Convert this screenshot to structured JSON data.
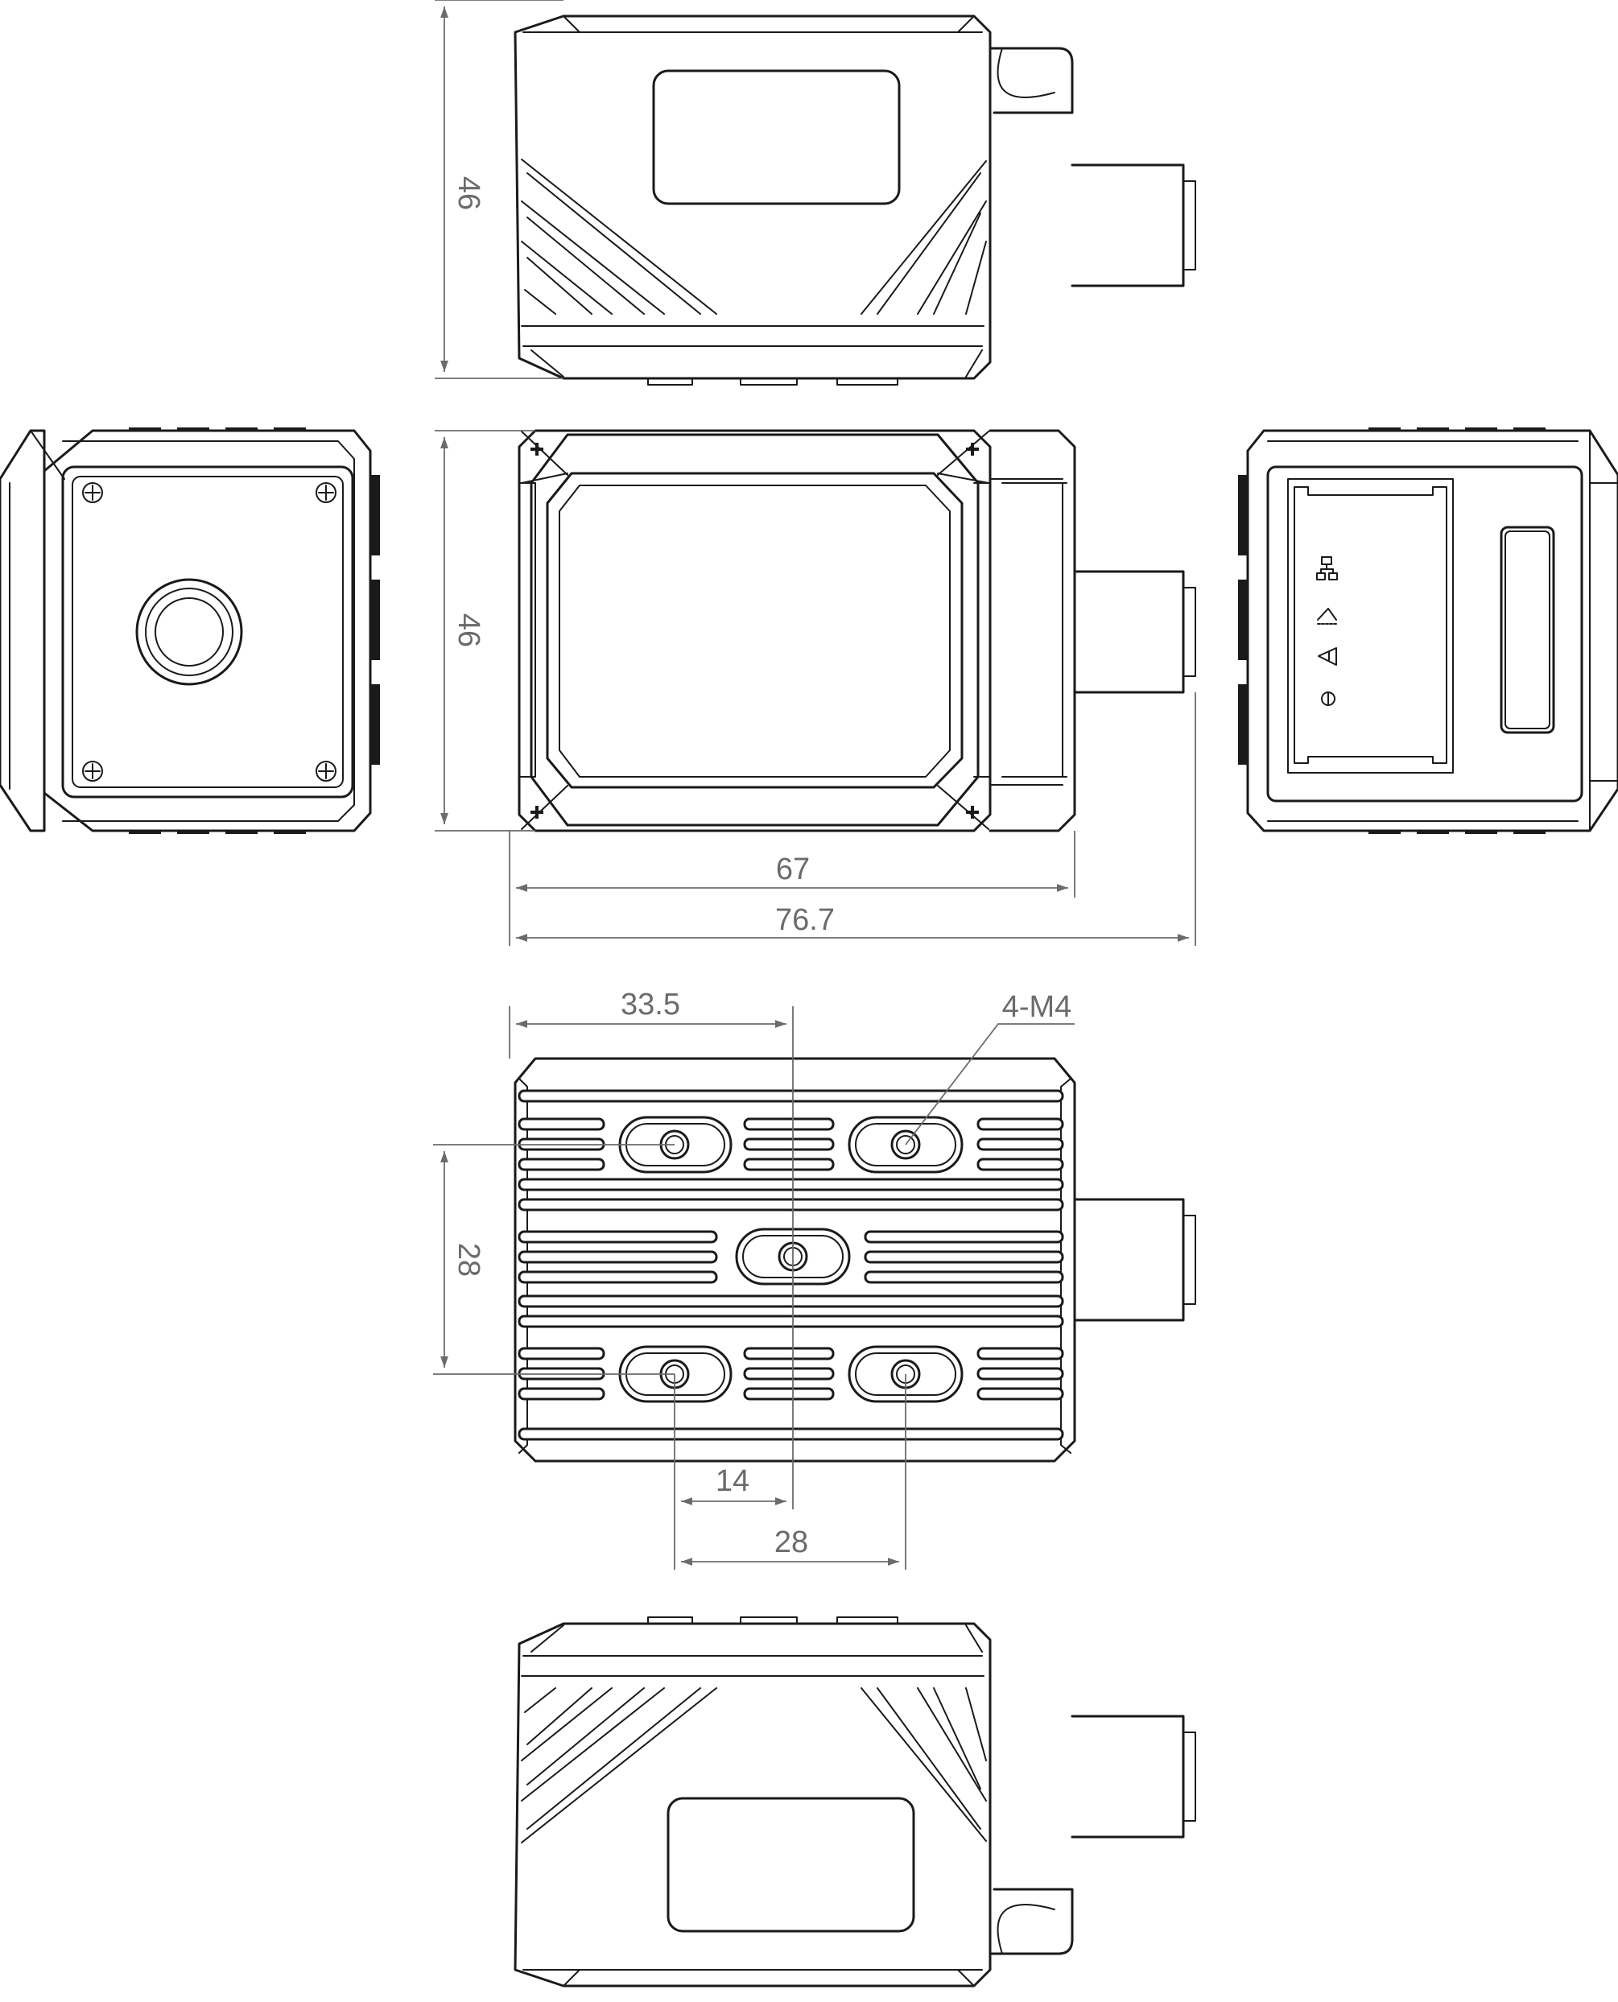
{
  "colors": {
    "line": "#1a1a1a",
    "dimension": "#6b6b6b",
    "background": "#ffffff"
  },
  "dimensions": {
    "top_height": "46",
    "front_height": "46",
    "body_length": "67",
    "total_length": "76.7",
    "hole_offset": "33.5",
    "thread_label": "4-M4",
    "hole_pitch_vertical": "28",
    "hole_spacing_small": "14",
    "hole_spacing_large": "28"
  },
  "indicator_icons": [
    "network-icon",
    "trigger-icon",
    "warning-icon",
    "power-icon"
  ]
}
